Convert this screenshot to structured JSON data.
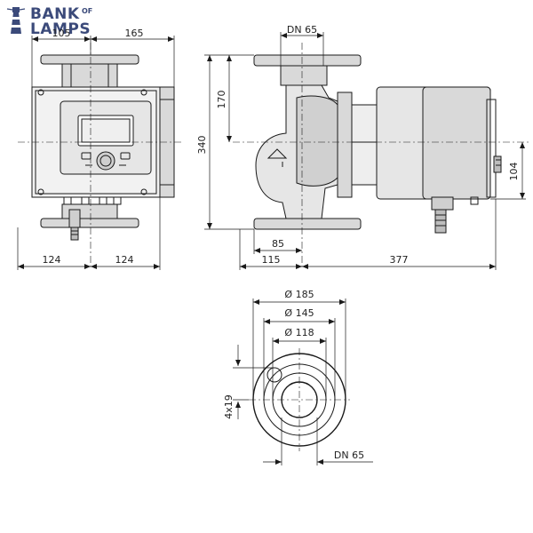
{
  "logo": {
    "line1": "BANK",
    "of": "OF",
    "line2": "LAMPS"
  },
  "dimensions": {
    "front_width_left": "105",
    "front_width_right": "165",
    "front_base_left": "124",
    "front_base_right": "124",
    "side_flange": "DN 65",
    "side_height_total": "340",
    "side_height_upper": "170",
    "side_offset": "85",
    "side_base_left": "115",
    "side_base_right": "377",
    "side_motor_height": "104",
    "flange_d1": "Ø 185",
    "flange_d2": "Ø 145",
    "flange_d3": "Ø 118",
    "flange_holes": "4x19",
    "flange_nominal": "DN 65"
  },
  "colors": {
    "line": "#1a1a1a",
    "fill": "#d9d9d9",
    "logo": "#3b4a7a"
  }
}
